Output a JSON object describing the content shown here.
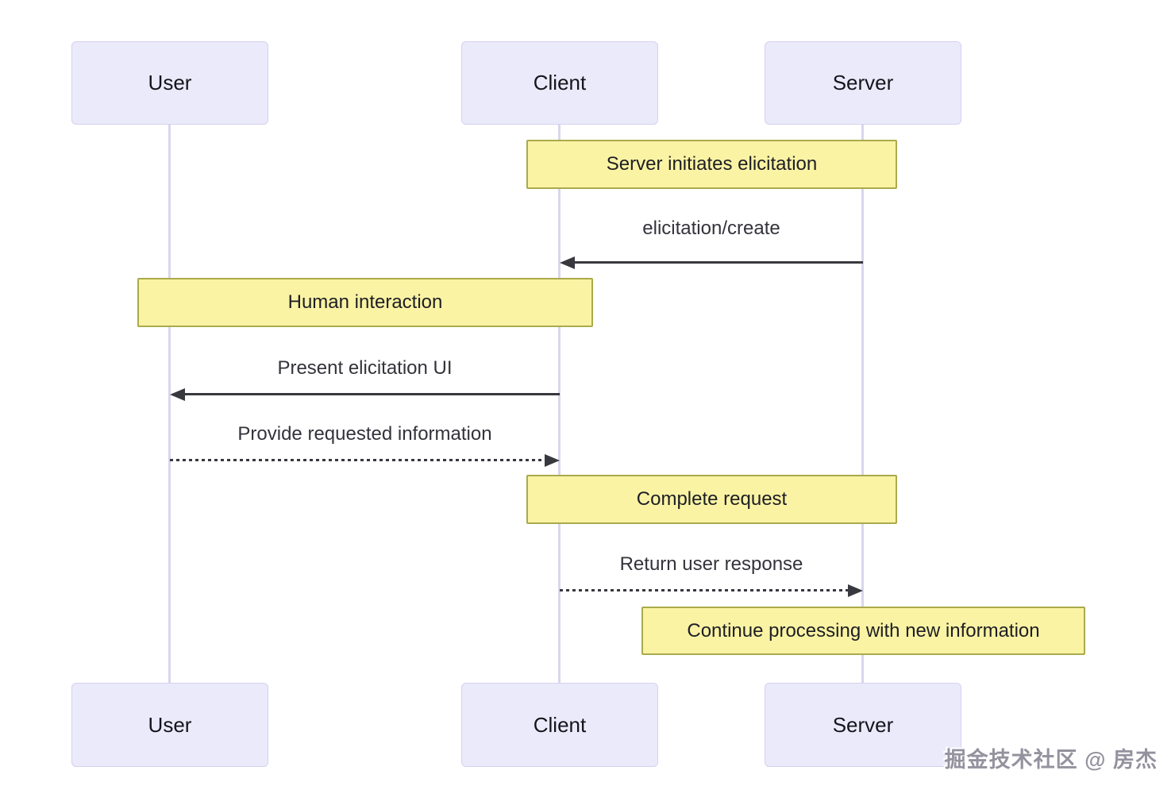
{
  "diagram": {
    "type": "sequence",
    "actors": [
      {
        "id": "user",
        "label": "User"
      },
      {
        "id": "client",
        "label": "Client"
      },
      {
        "id": "server",
        "label": "Server"
      }
    ],
    "notes": [
      {
        "text": "Server initiates elicitation",
        "over": [
          "Client",
          "Server"
        ]
      },
      {
        "text": "Human interaction",
        "over": [
          "User",
          "Client"
        ]
      },
      {
        "text": "Complete request",
        "over": [
          "Client",
          "Server"
        ]
      },
      {
        "text": "Continue processing with new information",
        "over": [
          "Server"
        ]
      }
    ],
    "messages": [
      {
        "label": "elicitation/create",
        "from": "Server",
        "to": "Client",
        "line": "solid"
      },
      {
        "label": "Present elicitation UI",
        "from": "Client",
        "to": "User",
        "line": "solid"
      },
      {
        "label": "Provide requested information",
        "from": "User",
        "to": "Client",
        "line": "dashed"
      },
      {
        "label": "Return user response",
        "from": "Client",
        "to": "Server",
        "line": "dashed"
      }
    ],
    "colors": {
      "background": "#ffffff",
      "actor_fill": "#ebeafa",
      "actor_border": "#d5d1ee",
      "lifeline": "#d9d6ec",
      "note_fill": "#faf3a4",
      "note_border": "#aaaa4b",
      "arrow": "#38383f",
      "label_text": "#33333b",
      "watermark_text": "#93929e"
    },
    "watermark": "掘金技术社区 @ 房杰"
  }
}
